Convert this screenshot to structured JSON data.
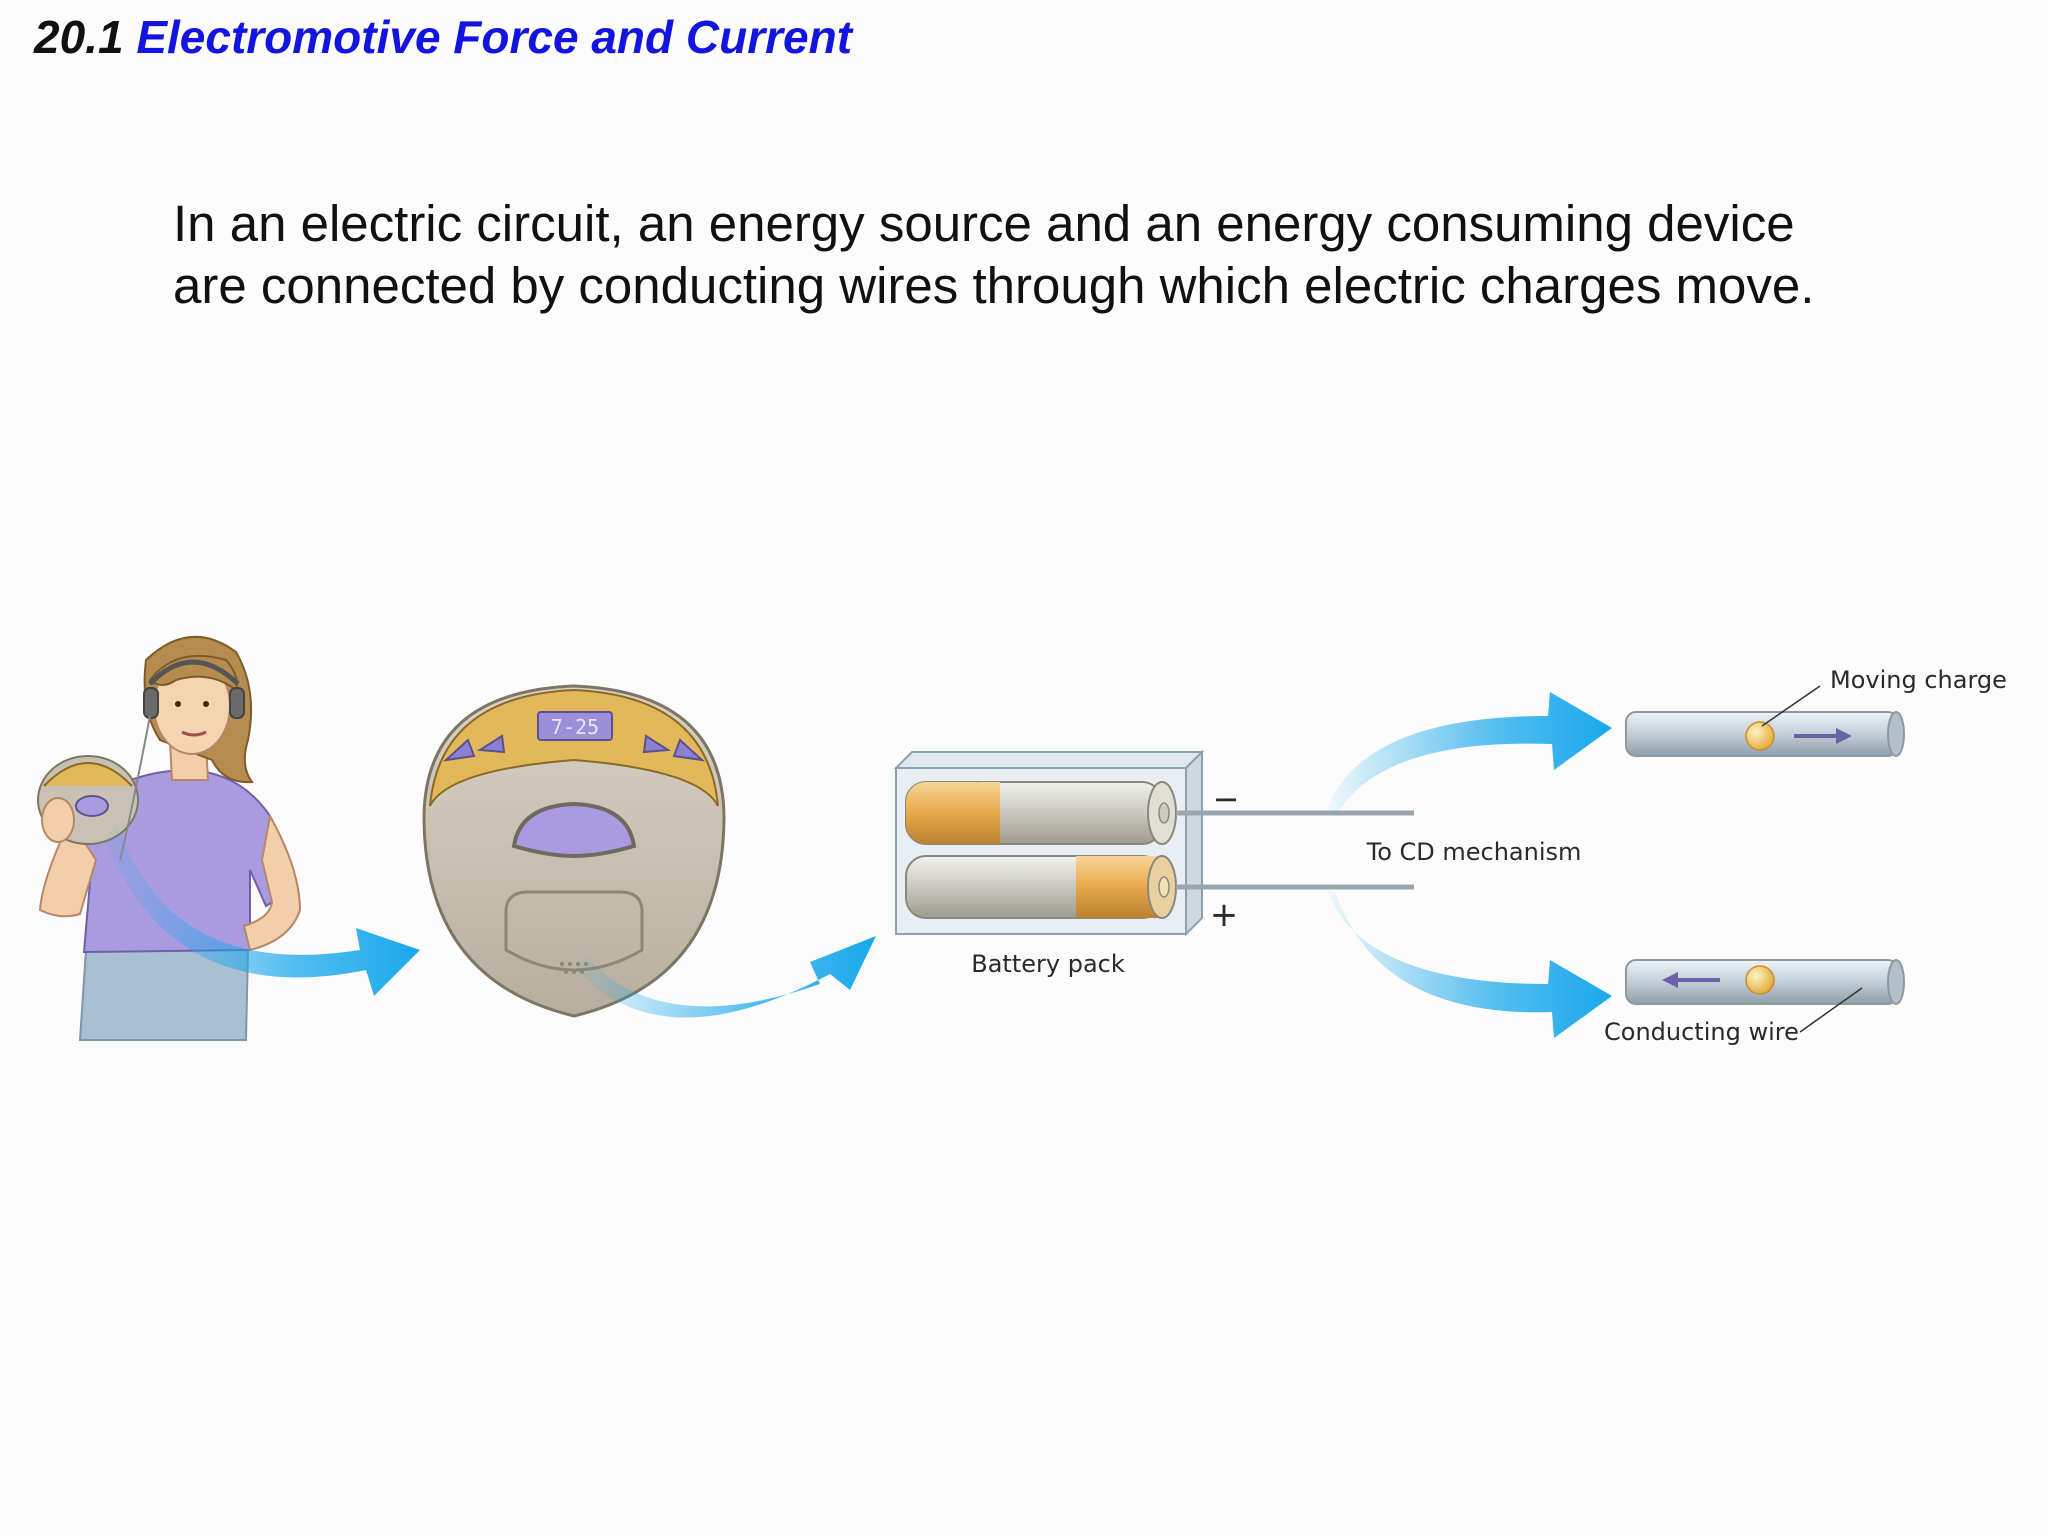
{
  "slide": {
    "title_number": "20.1",
    "title_text": "Electromotive Force and Current",
    "body_lines": [
      "In an electric circuit, an energy source and an energy consuming device",
      "are connected by conducting wires through which electric charges move."
    ]
  },
  "figure": {
    "device_display": "7-25",
    "labels": {
      "battery_pack": "Battery pack",
      "to_cd": "To CD mechanism",
      "moving_charge": "Moving charge",
      "conducting_wire": "Conducting wire",
      "minus": "−",
      "plus": "+"
    },
    "colors": {
      "arrow": "#1aa8ec",
      "shirt": "#a89be0",
      "device_body": "#c9c2b4",
      "device_trim": "#e2b85a",
      "battery_band": "#e6a94a",
      "charge": "#f2c24c",
      "wire": "#c2cfd8"
    }
  }
}
